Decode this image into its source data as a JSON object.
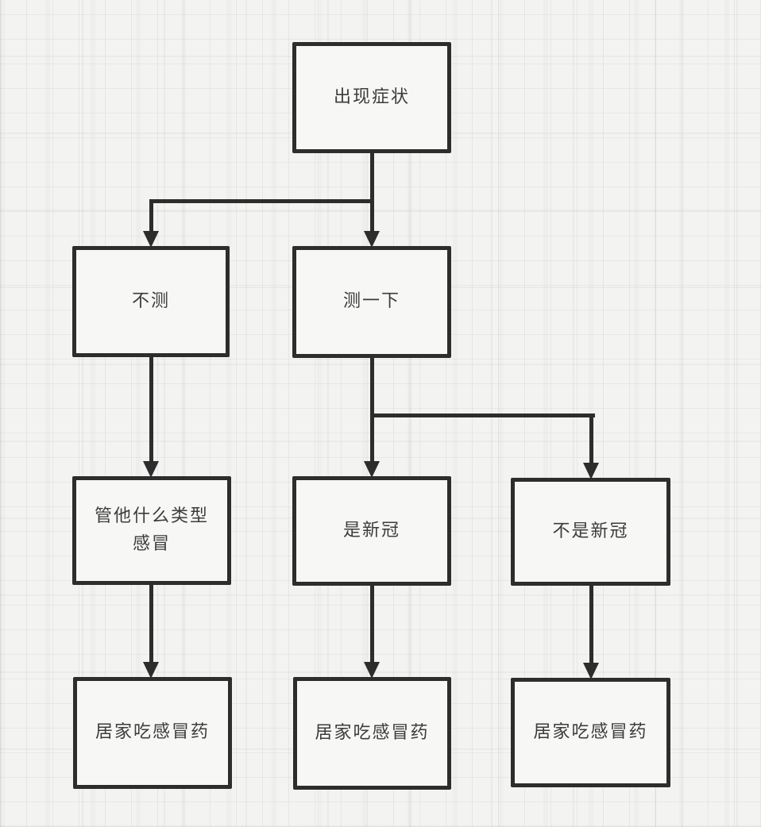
{
  "diagram": {
    "type": "flowchart",
    "nodes": {
      "symptoms": "出现症状",
      "no_test": "不测",
      "test": "测一下",
      "any_cold": "管他什么类型感冒",
      "is_covid": "是新冠",
      "not_covid": "不是新冠",
      "home_1": "居家吃感冒药",
      "home_2": "居家吃感冒药",
      "home_3": "居家吃感冒药"
    },
    "edges": [
      {
        "from": "出现症状",
        "to": "不测"
      },
      {
        "from": "出现症状",
        "to": "测一下"
      },
      {
        "from": "不测",
        "to": "管他什么类型感冒"
      },
      {
        "from": "测一下",
        "to": "是新冠"
      },
      {
        "from": "测一下",
        "to": "不是新冠"
      },
      {
        "from": "管他什么类型感冒",
        "to": "居家吃感冒药"
      },
      {
        "from": "是新冠",
        "to": "居家吃感冒药"
      },
      {
        "from": "不是新冠",
        "to": "居家吃感冒药"
      }
    ],
    "colors": {
      "line": "#2d2d2d",
      "box_border": "#2d2d2d",
      "box_fill": "#f7f7f5",
      "text": "#3c3c3c",
      "background": "#f3f3f1",
      "grid_line": "#e4e4e2"
    }
  }
}
